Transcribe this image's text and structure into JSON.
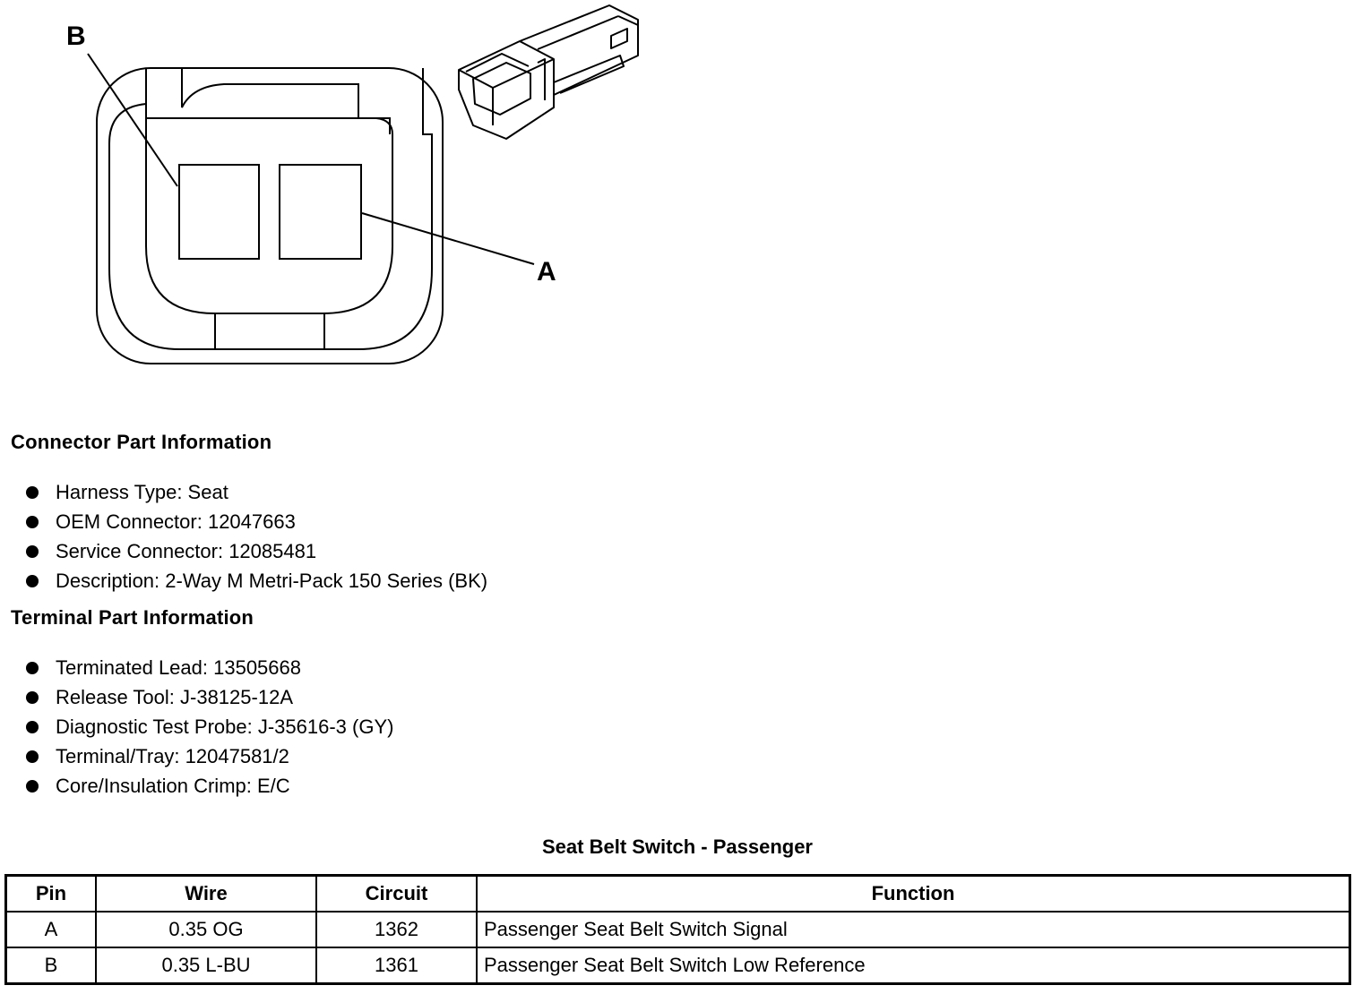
{
  "diagram": {
    "callouts": {
      "left": "B",
      "right": "A"
    }
  },
  "connector_part_info": {
    "heading": "Connector Part Information",
    "items": [
      "Harness Type: Seat",
      "OEM Connector: 12047663",
      "Service Connector: 12085481",
      "Description: 2-Way M Metri-Pack 150 Series (BK)"
    ]
  },
  "terminal_part_info": {
    "heading": "Terminal Part Information",
    "items": [
      "Terminated Lead: 13505668",
      "Release Tool: J-38125-12A",
      "Diagnostic Test Probe: J-35616-3 (GY)",
      "Terminal/Tray: 12047581/2",
      "Core/Insulation Crimp: E/C"
    ]
  },
  "table": {
    "title": "Seat Belt Switch - Passenger",
    "headers": [
      "Pin",
      "Wire",
      "Circuit",
      "Function"
    ],
    "rows": [
      [
        "A",
        "0.35 OG",
        "1362",
        "Passenger Seat Belt Switch Signal"
      ],
      [
        "B",
        "0.35 L-BU",
        "1361",
        "Passenger Seat Belt Switch Low Reference"
      ]
    ]
  }
}
